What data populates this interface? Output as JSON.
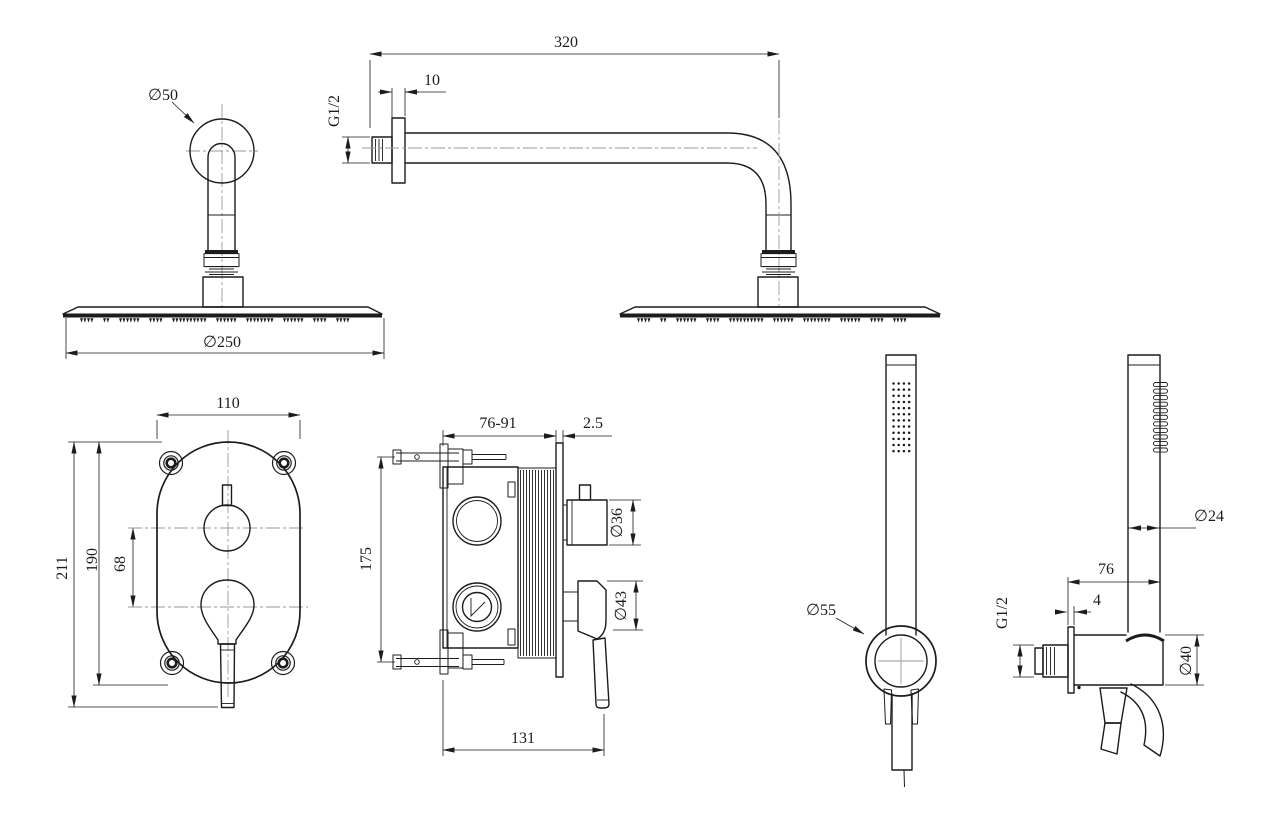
{
  "page": {
    "background": "#ffffff"
  },
  "drawing": {
    "line_color": "#1c1c1c",
    "centerline_color": "#9a9a9a",
    "labels": {
      "ceiling_flange_dia": "∅50",
      "ceiling_head_dia": "∅250",
      "arm_length": "320",
      "arm_flange_thickness": "10",
      "arm_thread": "G1/2",
      "plate_width": "110",
      "plate_overall_height": "211",
      "plate_height": "190",
      "plate_handle_spacing": "68",
      "valve_install_depth": "76-91",
      "valve_wall_plate_thickness": "2.5",
      "valve_mount_spacing": "175",
      "valve_overall_length": "131",
      "valve_knob_dia": "∅36",
      "valve_lever_dia": "∅43",
      "holder_ring_dia": "∅55",
      "wand_dia": "∅24",
      "outlet_offset": "76",
      "outlet_plate_thickness": "4",
      "outlet_thread": "G1/2",
      "outlet_body_dia": "∅40"
    }
  }
}
